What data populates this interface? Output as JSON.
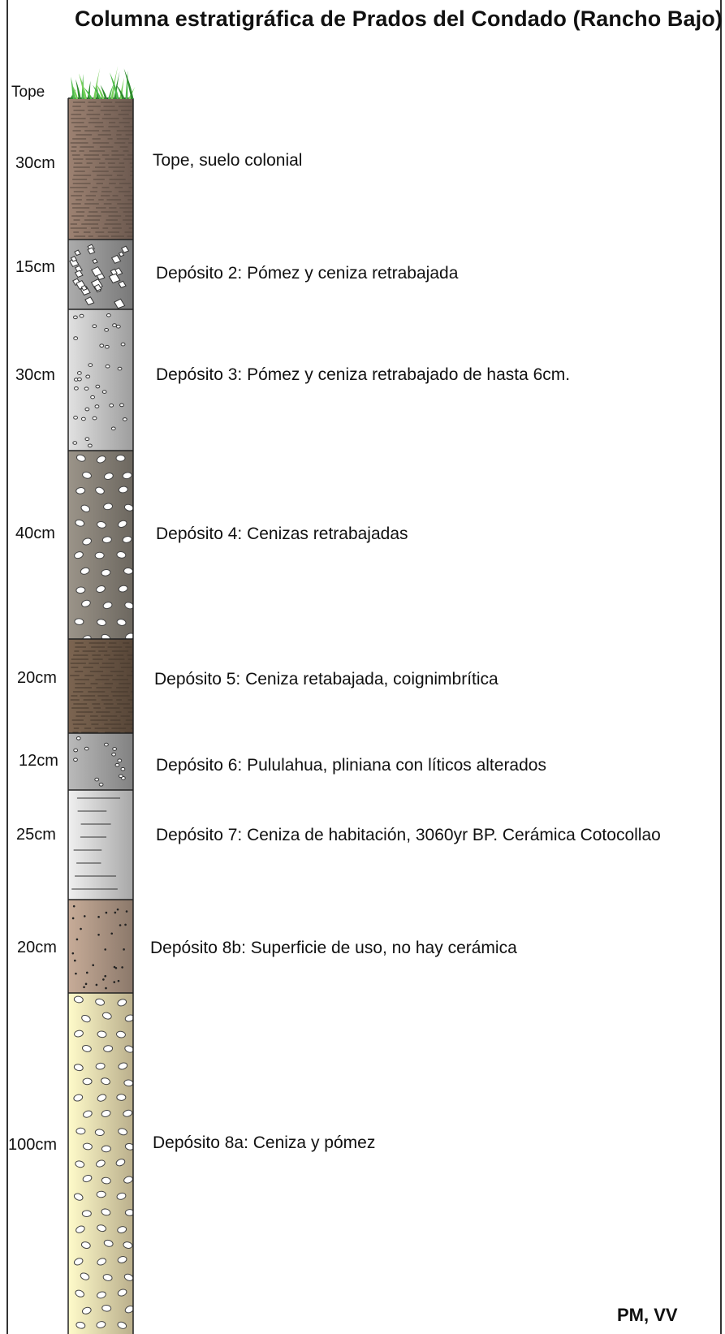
{
  "title": "Columna estratigráfica de Prados del Condado (Rancho Bajo)",
  "top_label": "Tope",
  "credit": "PM, VV",
  "icons": {
    "vegetation": "grass-icon"
  },
  "layers": [
    {
      "id": "tope",
      "thickness": "30cm",
      "description": "Tope, suelo colonial",
      "texture": "soil-lines",
      "color": "#8c7466"
    },
    {
      "id": "deposito-2",
      "thickness": "15cm",
      "description": "Depósito 2: Pómez y ceniza retrabajada",
      "texture": "angular-clasts",
      "color": "#9a9a9a"
    },
    {
      "id": "deposito-3",
      "thickness": "30cm",
      "description": "Depósito 3: Pómez y ceniza retrabajado de hasta 6cm.",
      "texture": "small-dots",
      "color": "#c9c9c9"
    },
    {
      "id": "deposito-4",
      "thickness": "40cm",
      "description": "Depósito 4: Cenizas retrabajadas",
      "texture": "ovals",
      "color": "#8a847a"
    },
    {
      "id": "deposito-5",
      "thickness": "20cm",
      "description": "Depósito 5: Ceniza retabajada, coignimbrítica",
      "texture": "soil-lines",
      "color": "#6f5a48"
    },
    {
      "id": "deposito-6",
      "thickness": "12cm",
      "description": "Depósito 6: Pululahua, pliniana con líticos alterados",
      "texture": "small-dots",
      "color": "#a6a6a6"
    },
    {
      "id": "deposito-7",
      "thickness": "25cm",
      "description": "Depósito 7: Ceniza de habitación, 3060yr BP. Cerámica Cotocollao",
      "texture": "dashes",
      "color": "#d6d6d6"
    },
    {
      "id": "deposito-8b",
      "thickness": "20cm",
      "description": "Depósito 8b: Superficie de uso, no hay cerámica",
      "texture": "specks",
      "color": "#b29a88"
    },
    {
      "id": "deposito-8a",
      "thickness": "100cm",
      "description": "Depósito 8a: Ceniza y pómez",
      "texture": "ovals",
      "color": "#efe0b4"
    }
  ]
}
